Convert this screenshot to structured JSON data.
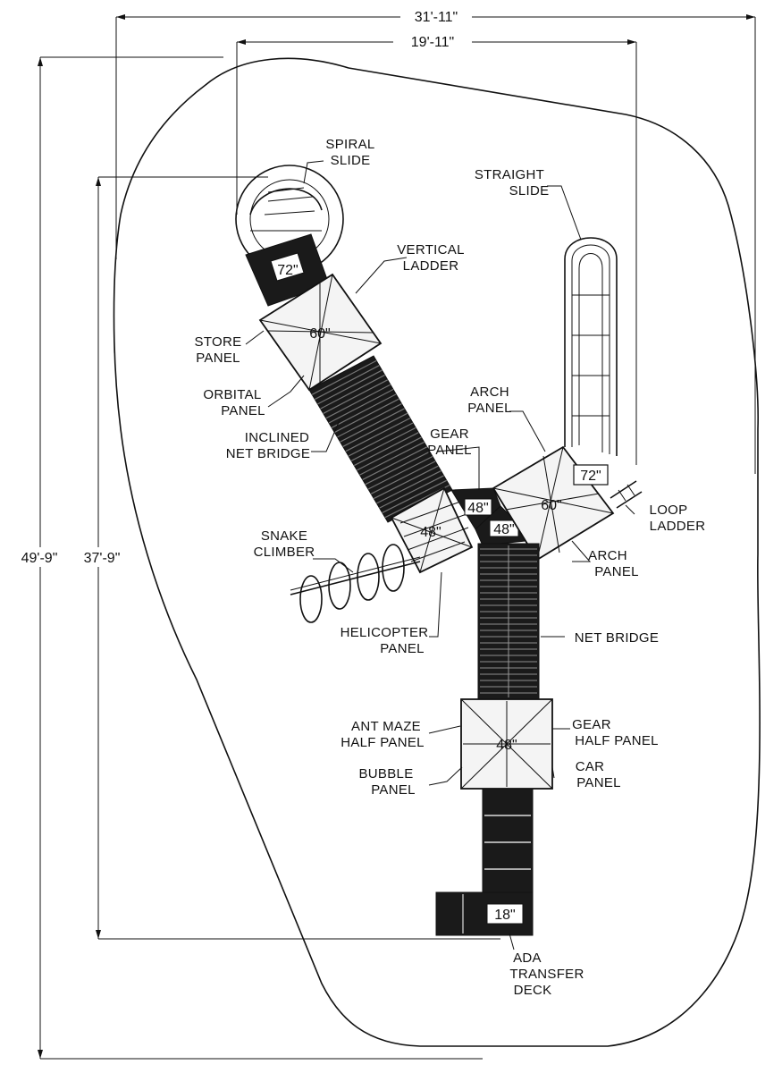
{
  "dimensions": {
    "overall_width": "31'-11\"",
    "inner_width": "19'-11\"",
    "overall_length": "49'-9\"",
    "inner_length": "37'-9\""
  },
  "decks": {
    "spiral_top": "72\"",
    "upper_left": "60\"",
    "arch_deck": "60\"",
    "slide_top": "72\"",
    "helicopter": "48\"",
    "gear_small_a": "48\"",
    "gear_small_b": "48\"",
    "lower": "48\"",
    "ada": "18\""
  },
  "labels": {
    "spiral_slide": [
      "SPIRAL",
      "SLIDE"
    ],
    "straight_slide": [
      "STRAIGHT",
      "SLIDE"
    ],
    "vertical_ladder": [
      "VERTICAL",
      "LADDER"
    ],
    "store_panel": [
      "STORE",
      "PANEL"
    ],
    "orbital_panel": [
      "ORBITAL",
      "PANEL"
    ],
    "inclined_net_bridge": [
      "INCLINED",
      "NET BRIDGE"
    ],
    "gear_panel": [
      "GEAR",
      "PANEL"
    ],
    "arch_panel_top": [
      "ARCH",
      "PANEL"
    ],
    "loop_ladder": [
      "LOOP",
      "LADDER"
    ],
    "arch_panel_bottom": [
      "ARCH",
      "PANEL"
    ],
    "snake_climber": [
      "SNAKE",
      "CLIMBER"
    ],
    "helicopter_panel": [
      "HELICOPTER",
      "PANEL"
    ],
    "net_bridge": [
      "NET BRIDGE"
    ],
    "ant_maze_half_panel": [
      "ANT MAZE",
      "HALF PANEL"
    ],
    "gear_half_panel": [
      "GEAR",
      "HALF PANEL"
    ],
    "bubble_panel": [
      "BUBBLE",
      "PANEL"
    ],
    "car_panel": [
      "CAR",
      "PANEL"
    ],
    "ada_transfer_deck": [
      "ADA",
      "TRANSFER",
      "DECK"
    ]
  }
}
